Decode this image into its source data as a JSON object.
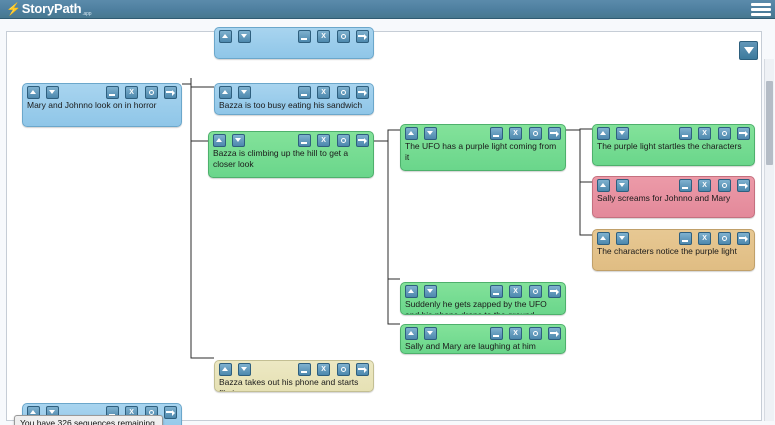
{
  "app": {
    "brand": "StoryPath",
    "brand_bolt": "⚡",
    "brand_sub": ".app",
    "menu_icon": "hamburger-menu-icon"
  },
  "canvas": {
    "collapse_toggle_icon": "triangle-down-icon",
    "scrollbar": "vertical-scrollbar"
  },
  "node_buttons": {
    "move_up": "▲",
    "move_down": "▼",
    "collapse": "–",
    "delete": "X",
    "settings": "⚙",
    "next": "→"
  },
  "tooltip": {
    "text": "You have 326 sequences remaining."
  },
  "nodes": [
    {
      "id": "n0",
      "text": "",
      "color": "blue",
      "clipped": true
    },
    {
      "id": "n1",
      "text": "Mary and Johnno look on in horror",
      "color": "blue"
    },
    {
      "id": "n2",
      "text": "Bazza is too busy eating his sandwich",
      "color": "blue"
    },
    {
      "id": "n3",
      "text": "Bazza is climbing up the hill to get a closer look",
      "color": "green"
    },
    {
      "id": "n4",
      "text": "The UFO has a purple light coming from it",
      "color": "green"
    },
    {
      "id": "n5",
      "text": "The purple light startles the characters",
      "color": "green"
    },
    {
      "id": "n6",
      "text": "Sally screams for Johnno and Mary",
      "color": "pink"
    },
    {
      "id": "n7",
      "text": "The characters notice the purple light",
      "color": "tan"
    },
    {
      "id": "n8",
      "text": "Suddenly he gets zapped by the UFO and his phone drops to the ground",
      "color": "green"
    },
    {
      "id": "n9",
      "text": "Sally and Mary are laughing at him",
      "color": "green"
    },
    {
      "id": "n10",
      "text": "Bazza takes out his phone and starts filming",
      "color": "cream"
    },
    {
      "id": "n11",
      "text": "",
      "color": "blue"
    }
  ],
  "colors": {
    "brand_bar": "#4e7f9f",
    "node_blue": "#8fc6e8",
    "node_green": "#6ad68b",
    "node_pink": "#e3899a",
    "node_tan": "#e0bd83",
    "node_cream": "#e6e1b4",
    "canvas": "#ffffff"
  }
}
